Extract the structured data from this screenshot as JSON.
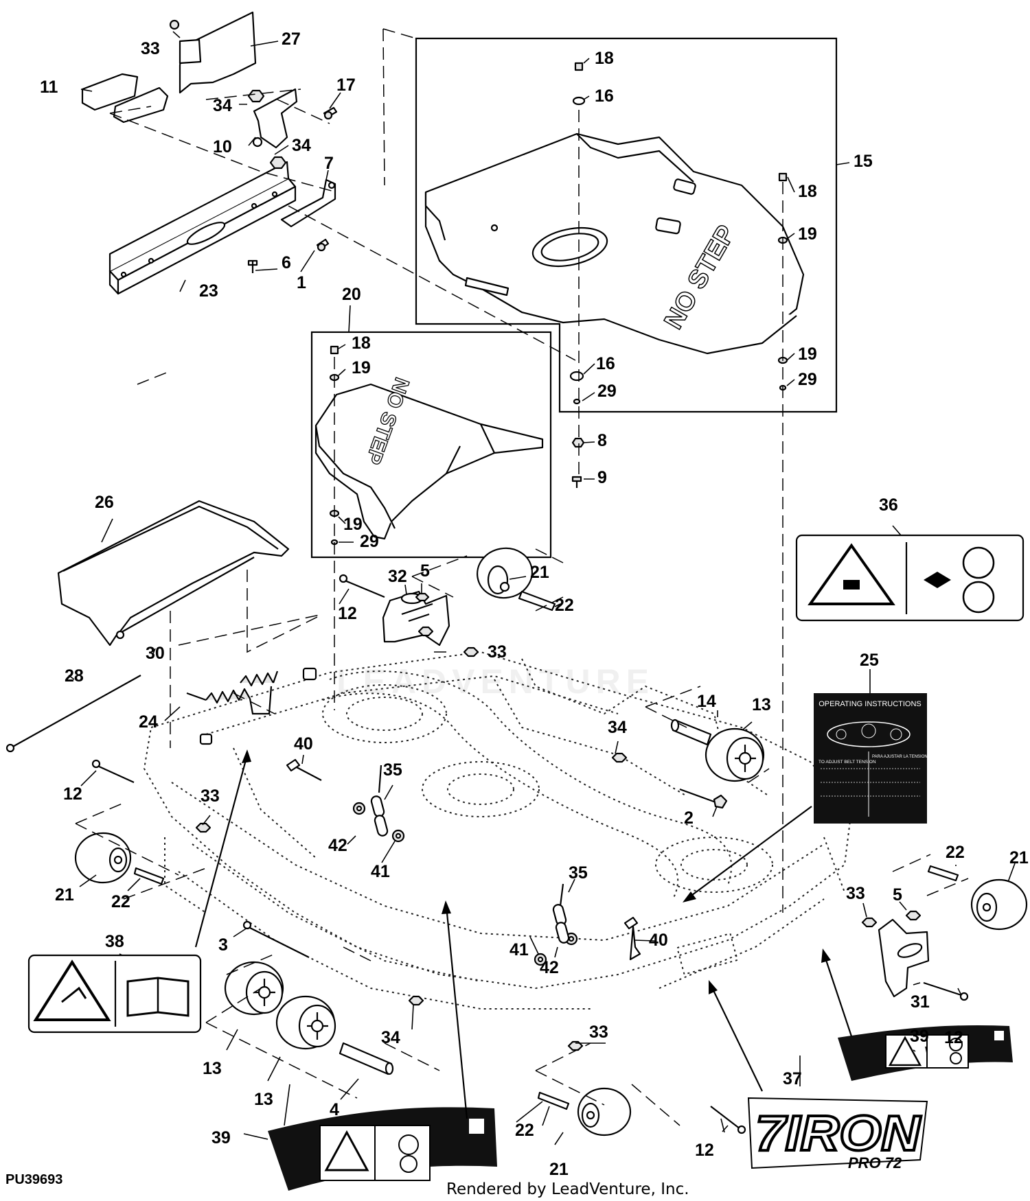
{
  "figure": {
    "code": "PU39693",
    "rendered_by": "Rendered by LeadVenture, Inc.",
    "watermark": "LEADVENTURE"
  },
  "stamps": {
    "no_step_top": "NO STEP",
    "no_step_small": "NO STEP"
  },
  "decals": {
    "d25": {
      "title": "OPERATING INSTRUCTIONS",
      "left_text": "TO ADJUST BELT TENSION",
      "right_text": "PARA AJUSTAR LA TENSION DE LA CORREA"
    },
    "d37": {
      "brand": "7IRON",
      "model": "PRO 72"
    }
  },
  "callouts": [
    {
      "id": "c33a",
      "text": "33"
    },
    {
      "id": "c27",
      "text": "27"
    },
    {
      "id": "c11",
      "text": "11"
    },
    {
      "id": "c17",
      "text": "17"
    },
    {
      "id": "c34a",
      "text": "34"
    },
    {
      "id": "c10",
      "text": "10"
    },
    {
      "id": "c34b",
      "text": "34"
    },
    {
      "id": "c7",
      "text": "7"
    },
    {
      "id": "c6",
      "text": "6"
    },
    {
      "id": "c1",
      "text": "1"
    },
    {
      "id": "c23",
      "text": "23"
    },
    {
      "id": "c18a",
      "text": "18"
    },
    {
      "id": "c16a",
      "text": "16"
    },
    {
      "id": "c15",
      "text": "15"
    },
    {
      "id": "c18b",
      "text": "18"
    },
    {
      "id": "c19a",
      "text": "19"
    },
    {
      "id": "c19b",
      "text": "19"
    },
    {
      "id": "c29a",
      "text": "29"
    },
    {
      "id": "c16b",
      "text": "16"
    },
    {
      "id": "c29b",
      "text": "29"
    },
    {
      "id": "c8",
      "text": "8"
    },
    {
      "id": "c9",
      "text": "9"
    },
    {
      "id": "c20",
      "text": "20"
    },
    {
      "id": "c18c",
      "text": "18"
    },
    {
      "id": "c19c",
      "text": "19"
    },
    {
      "id": "c19d",
      "text": "19"
    },
    {
      "id": "c29c",
      "text": "29"
    },
    {
      "id": "c26",
      "text": "26"
    },
    {
      "id": "c36",
      "text": "36"
    },
    {
      "id": "c32",
      "text": "32"
    },
    {
      "id": "c5a",
      "text": "5"
    },
    {
      "id": "c21a",
      "text": "21"
    },
    {
      "id": "c12a",
      "text": "12"
    },
    {
      "id": "c22a",
      "text": "22"
    },
    {
      "id": "c33b",
      "text": "33"
    },
    {
      "id": "c30",
      "text": "30"
    },
    {
      "id": "c28",
      "text": "28"
    },
    {
      "id": "c24",
      "text": "24"
    },
    {
      "id": "c25",
      "text": "25"
    },
    {
      "id": "c14",
      "text": "14"
    },
    {
      "id": "c13a",
      "text": "13"
    },
    {
      "id": "c34c",
      "text": "34"
    },
    {
      "id": "c40a",
      "text": "40"
    },
    {
      "id": "c12b",
      "text": "12"
    },
    {
      "id": "c33c",
      "text": "33"
    },
    {
      "id": "c35a",
      "text": "35"
    },
    {
      "id": "c2",
      "text": "2"
    },
    {
      "id": "c42a",
      "text": "42"
    },
    {
      "id": "c41a",
      "text": "41"
    },
    {
      "id": "c21b",
      "text": "21"
    },
    {
      "id": "c22b",
      "text": "22"
    },
    {
      "id": "c22c",
      "text": "22"
    },
    {
      "id": "c21c",
      "text": "21"
    },
    {
      "id": "c35b",
      "text": "35"
    },
    {
      "id": "c33d",
      "text": "33"
    },
    {
      "id": "c5b",
      "text": "5"
    },
    {
      "id": "c38",
      "text": "38"
    },
    {
      "id": "c3",
      "text": "3"
    },
    {
      "id": "c41b",
      "text": "41"
    },
    {
      "id": "c42b",
      "text": "42"
    },
    {
      "id": "c40b",
      "text": "40"
    },
    {
      "id": "c31",
      "text": "31"
    },
    {
      "id": "c12c",
      "text": "12"
    },
    {
      "id": "c39a",
      "text": "39"
    },
    {
      "id": "c34d",
      "text": "34"
    },
    {
      "id": "c33e",
      "text": "33"
    },
    {
      "id": "c13b",
      "text": "13"
    },
    {
      "id": "c13c",
      "text": "13"
    },
    {
      "id": "c4",
      "text": "4"
    },
    {
      "id": "c37",
      "text": "37"
    },
    {
      "id": "c22d",
      "text": "22"
    },
    {
      "id": "c12d",
      "text": "12"
    },
    {
      "id": "c39b",
      "text": "39"
    },
    {
      "id": "c21d",
      "text": "21"
    }
  ]
}
